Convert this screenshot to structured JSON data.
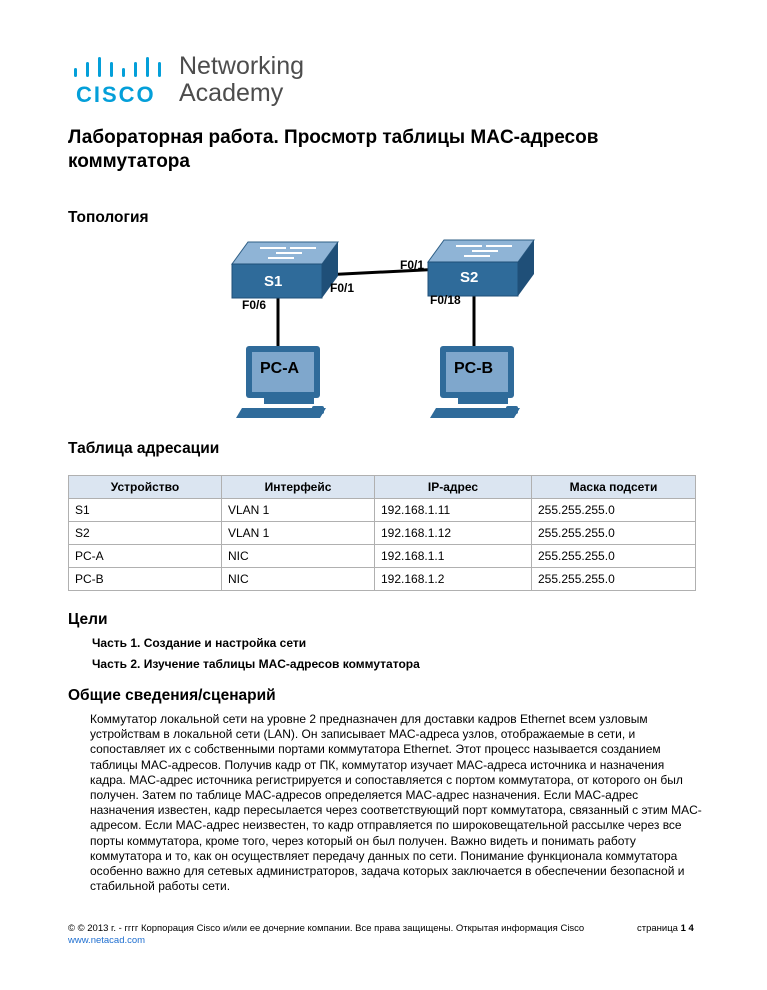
{
  "logo": {
    "brand": "CISCO",
    "line1": "Networking",
    "line2": "Academy"
  },
  "title": "Лабораторная работа. Просмотр таблицы MAC-адресов коммутатора",
  "sections": {
    "topology": "Топология",
    "addressing": "Таблица адресации",
    "objectives": "Цели",
    "background": "Общие сведения/сценарий"
  },
  "topology": {
    "s1": "S1",
    "s2": "S2",
    "s1_f01": "F0/1",
    "s1_f06": "F0/6",
    "s2_f01": "F0/1",
    "s2_f018": "F0/18",
    "pca": "PC-A",
    "pcb": "PC-B"
  },
  "table": {
    "headers": [
      "Устройство",
      "Интерфейс",
      "IP-адрес",
      "Маска подсети"
    ],
    "rows": [
      [
        "S1",
        "VLAN 1",
        "192.168.1.11",
        "255.255.255.0"
      ],
      [
        "S2",
        "VLAN 1",
        "192.168.1.12",
        "255.255.255.0"
      ],
      [
        "PC-A",
        "NIC",
        "192.168.1.1",
        "255.255.255.0"
      ],
      [
        "PC-B",
        "NIC",
        "192.168.1.2",
        "255.255.255.0"
      ]
    ]
  },
  "objectives": [
    "Часть 1. Создание и настройка сети",
    "Часть 2. Изучение таблицы MAC-адресов коммутатора"
  ],
  "background_text": "Коммутатор локальной сети на уровне 2 предназначен для доставки кадров Ethernet всем узловым устройствам в локальной сети (LAN). Он записывает MAC-адреса узлов, отображаемые в сети, и сопоставляет их с собственными портами коммутатора Ethernet. Этот процесс называется созданием таблицы MAC-адресов. Получив кадр от ПК, коммутатор изучает MAC-адреса источника и назначения кадра. MAC-адрес источника регистрируется и сопоставляется с портом коммутатора, от которого он был получен. Затем по таблице MAC-адресов определяется MAC-адрес назначения. Если MAC-адрес назначения известен, кадр пересылается через соответствующий порт коммутатора, связанный с этим MAC-адресом. Если MAC-адрес неизвестен, то кадр отправляется по широковещательной рассылке через все порты коммутатора, кроме того, через который он был получен. Важно видеть и понимать работу коммутатора и то, как он осуществляет передачу данных по сети. Понимание функционала коммутатора особенно важно для сетевых администраторов, задача которых заключается в обеспечении безопасной и стабильной работы сети.",
  "footer": {
    "copyright": "© © 2013 г. - гггг Корпорация Cisco и/или ее дочерние компании. Все права защищены. Открытая информация Cisco",
    "page_label": "страница",
    "page_num": "1",
    "page_total": "4",
    "link": "www.netacad.com"
  },
  "colors": {
    "cisco_blue": "#049fd9",
    "table_header": "#dbe5f1",
    "switch_blue": "#2f6b9a",
    "pc_screen": "#7fa7cc"
  }
}
